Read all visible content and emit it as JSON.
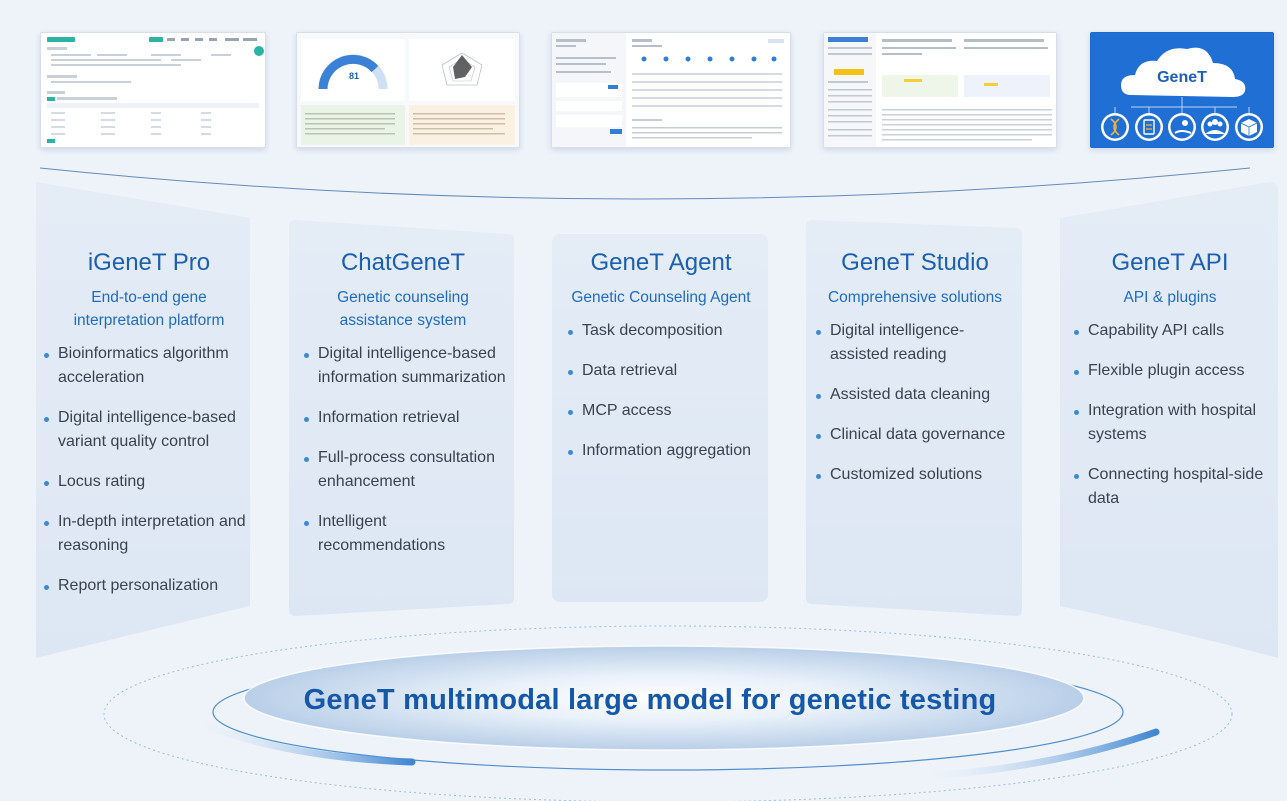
{
  "cards": [
    {
      "title": "iGeneT Pro",
      "subtitle": "End-to-end gene interpretation platform",
      "items": [
        "Bioinformatics algorithm acceleration",
        "Digital intelligence-based variant quality control",
        "Locus rating",
        "In-depth interpretation and reasoning",
        "Report personalization"
      ]
    },
    {
      "title": "ChatGeneT",
      "subtitle": "Genetic counseling assistance system",
      "items": [
        "Digital intelligence-based information summarization",
        "Information retrieval",
        "Full-process consultation enhancement",
        "Intelligent recommendations"
      ]
    },
    {
      "title": "GeneT Agent",
      "subtitle": "Genetic Counseling Agent",
      "items": [
        "Task decomposition",
        "Data retrieval",
        "MCP access",
        "Information aggregation"
      ]
    },
    {
      "title": "GeneT Studio",
      "subtitle": "Comprehensive solutions",
      "items": [
        "Digital intelligence-assisted reading",
        "Assisted data cleaning",
        "Clinical data governance",
        "Customized solutions"
      ]
    },
    {
      "title": "GeneT API",
      "subtitle": "API & plugins",
      "items": [
        "Capability API calls",
        "Flexible plugin access",
        "Integration with hospital systems",
        "Connecting hospital-side data"
      ]
    }
  ],
  "thumbnails": {
    "gauge_value": "81",
    "cloud_label": "GeneT"
  },
  "base_title": "GeneT multimodal large model for genetic testing",
  "colors": {
    "accent": "#1b5fb0",
    "title": "#1557a8",
    "card_bg": "#e2ebf5",
    "bullet": "#3a8ad6"
  }
}
